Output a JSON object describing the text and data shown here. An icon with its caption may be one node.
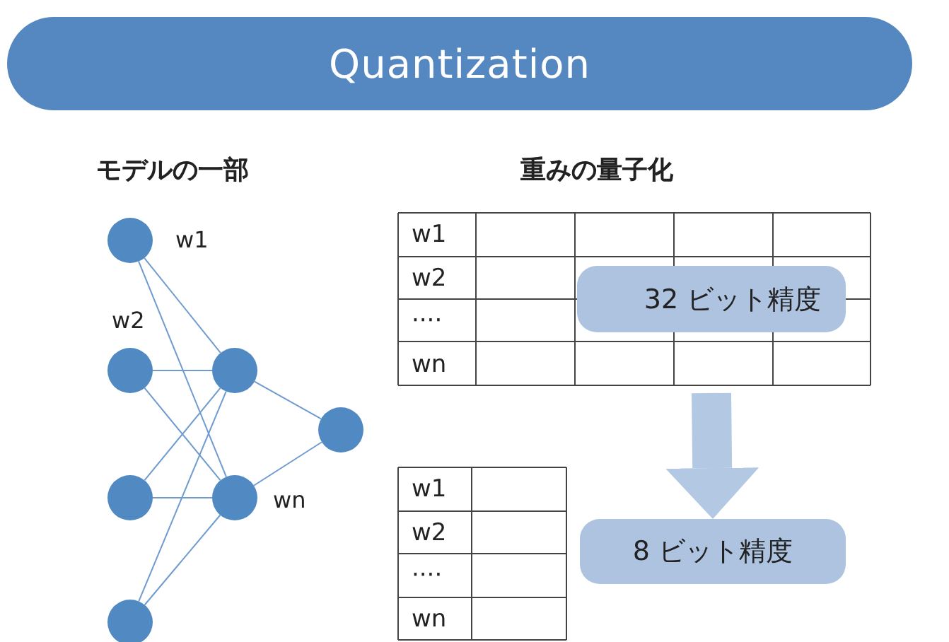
{
  "diagram": {
    "title": "Quantization",
    "nodes": [
      {
        "text": [],
        "shape": "circle"
      },
      {
        "text": [],
        "shape": "circle"
      },
      {
        "text": [],
        "shape": "circle"
      },
      {
        "text": [],
        "shape": "circle"
      },
      {
        "text": [],
        "shape": "circle"
      },
      {
        "text": [],
        "shape": "circle"
      },
      {
        "text": [],
        "shape": "circle"
      },
      {
        "text": [
          "32 ビット精度"
        ]
      },
      {
        "text": [
          "8 ビット精度"
        ]
      }
    ],
    "edges": [
      {
        "from": 0,
        "to": 4,
        "arrow": "none"
      },
      {
        "from": 0,
        "to": 5,
        "arrow": "none"
      },
      {
        "from": 1,
        "to": 4,
        "arrow": "none"
      },
      {
        "from": 1,
        "to": 5,
        "arrow": "none"
      },
      {
        "from": 2,
        "to": 4,
        "arrow": "none"
      },
      {
        "from": 2,
        "to": 5,
        "arrow": "none"
      },
      {
        "from": 3,
        "to": 4,
        "arrow": "none"
      },
      {
        "from": 3,
        "to": 5,
        "arrow": "none"
      },
      {
        "from": 4,
        "to": 6,
        "arrow": "none"
      },
      {
        "from": 5,
        "to": 6,
        "arrow": "none"
      },
      {
        "from": 7,
        "to": 8,
        "arrow": "to",
        "style": "thick",
        "color": "#b3c9e3"
      }
    ],
    "labels": [
      "モデルの一部",
      "重みの量子化",
      "w1",
      "w2",
      "wn",
      "w1",
      "w2",
      "····",
      "wn",
      "w1",
      "w2",
      "····",
      "wn"
    ]
  }
}
